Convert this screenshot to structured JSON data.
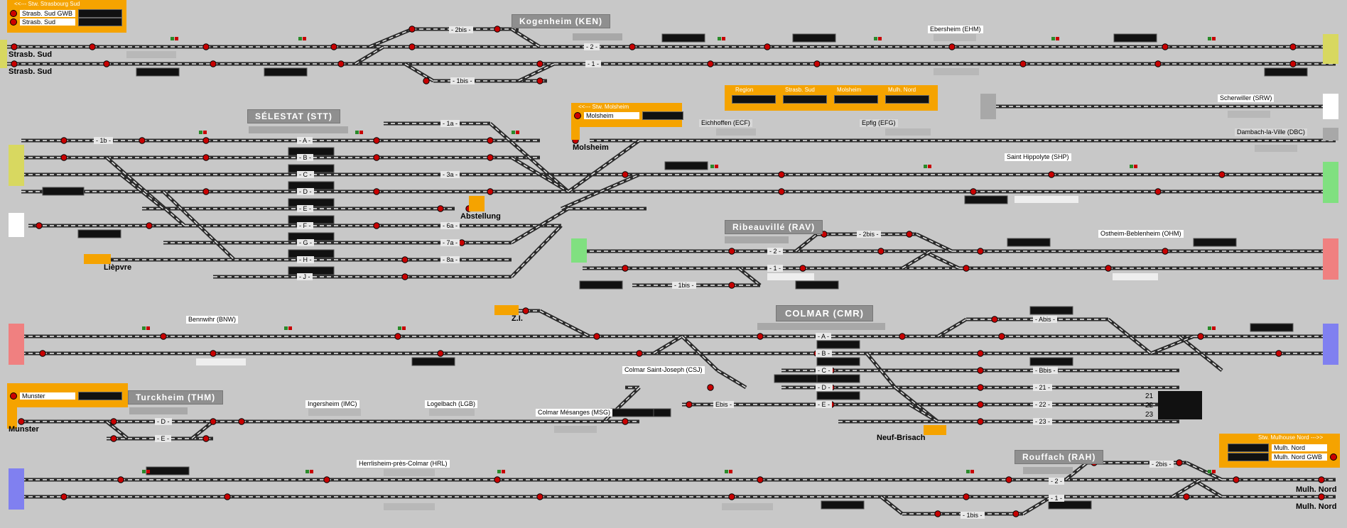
{
  "colors": {
    "background": "#c8c8c8",
    "track": "#2a2a2a",
    "track_dash": "#f2f2f2",
    "signal_red": "#c80000",
    "signal_green": "#2a8a2a",
    "panel_orange": "#f5a300",
    "station_title_bg": "#8f8f8f",
    "edge_yellow": "#d8d860",
    "edge_green": "#80e080",
    "edge_pink": "#f08080",
    "edge_blue": "#8080f0",
    "edge_white": "#ffffff"
  },
  "panels": {
    "strasbourg": {
      "title": "<<--- Stw. Strasbourg Sud",
      "rows": [
        "Strasb. Sud GWB",
        "Strasb. Sud"
      ]
    },
    "molsheim": {
      "title": "<<--- Stw. Molsheim",
      "rows": [
        "Molsheim"
      ]
    },
    "status": {
      "cols": [
        "Region",
        "Strasb. Sud",
        "Molsheim",
        "Mulh. Nord"
      ]
    },
    "munster": {
      "rows": [
        "Munster"
      ]
    },
    "mulhouse": {
      "title": "Stw. Mulhouse Nord --->>",
      "rows": [
        "Mulh. Nord",
        "Mulh. Nord GWB"
      ]
    }
  },
  "stations": {
    "kogenheim": "Kogenheim (KEN)",
    "selestat": "SÉLESTAT (STT)",
    "ribeauville": "Ribeauvillé (RAV)",
    "colmar": "COLMAR (CMR)",
    "turckheim": "Turckheim (THM)",
    "rouffach": "Rouffach (RAH)"
  },
  "places": {
    "strasb_sud_1": "Strasb. Sud",
    "strasb_sud_2": "Strasb. Sud",
    "ebersheim": "Ebersheim (EHM)",
    "scherwiller": "Scherwiller (SRW)",
    "eichhoffen": "Eichhoffen (ECF)",
    "epfig": "Epfig (EFG)",
    "dambach": "Dambach-la-Ville (DBC)",
    "molsheim": "Molsheim",
    "saint_hippolyte": "Saint Hippolyte (SHP)",
    "abstellung": "Abstellung",
    "liepvre": "Lièpvre",
    "ostheim": "Ostheim-Beblenheim (OHM)",
    "bennwihr": "Bennwihr (BNW)",
    "zi": "Z.I.",
    "colmar_sj": "Colmar Saint-Joseph (CSJ)",
    "munster": "Munster",
    "ingersheim": "Ingersheim (IMC)",
    "logelbach": "Logelbach (LGB)",
    "colmar_mesanges": "Colmar Mésanges (MSG)",
    "neuf_brisach": "Neuf-Brisach",
    "herrlisheim": "Herrlisheim-près-Colmar (HRL)",
    "mulh_nord_1": "Mulh. Nord",
    "mulh_nord_2": "Mulh. Nord"
  },
  "tracks": {
    "ken_2bis": "- 2bis -",
    "ken_2": "- 2 -",
    "ken_1": "- 1 -",
    "ken_1bis": "- 1bis -",
    "stt_1b": "- 1b -",
    "stt_1a": "- 1a -",
    "stt_3a": "- 3a -",
    "stt_6a": "- 6a -",
    "stt_7a": "- 7a -",
    "stt_8a": "- 8a -",
    "stt_A": "- A -",
    "stt_B": "- B -",
    "stt_C": "- C -",
    "stt_D": "- D -",
    "stt_E": "- E -",
    "stt_F": "- F -",
    "stt_G": "- G -",
    "stt_H": "- H -",
    "stt_J": "- J -",
    "rav_2bis": "- 2bis -",
    "rav_2": "- 2 -",
    "rav_1": "- 1 -",
    "rav_1bis": "- 1bis -",
    "cmr_Abis": "- Abis -",
    "cmr_A": "- A -",
    "cmr_B": "- B -",
    "cmr_C": "- C -",
    "cmr_D": "- D -",
    "cmr_E": "- E -",
    "cmr_Bbis": "- Bbis -",
    "cmr_Ebis": "Ebis -",
    "cmr_21": "- 21 -",
    "cmr_22": "- 22 -",
    "cmr_23": "- 23 -",
    "thm_D": "- D -",
    "thm_E": "- E -",
    "rah_2bis": "- 2bis -",
    "rah_2": "- 2 -",
    "rah_1": "- 1 -",
    "rah_1bis": "- 1bis -"
  },
  "cmr_list": [
    "21",
    "22",
    "23"
  ]
}
